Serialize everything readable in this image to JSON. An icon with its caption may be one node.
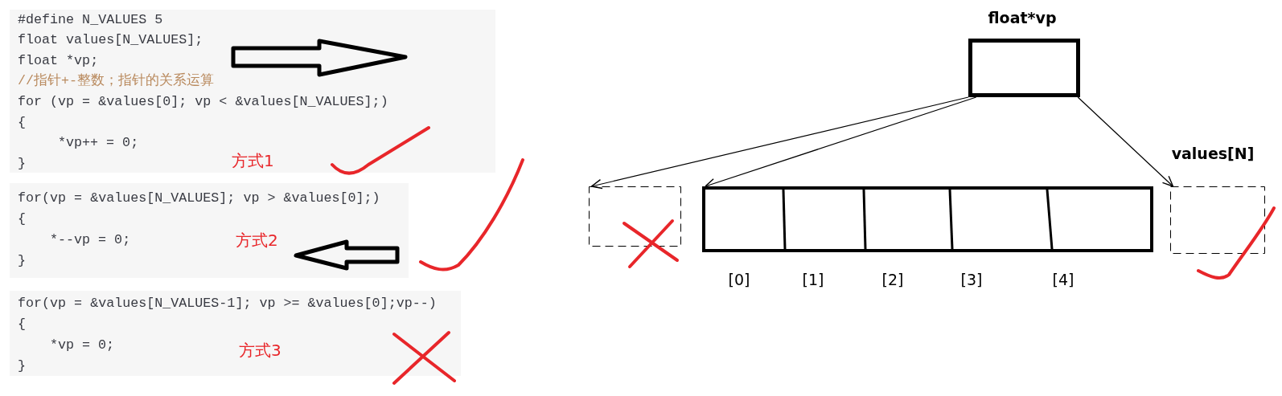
{
  "diagram": {
    "nodes": [
      {
        "text": [
          "#define N_VALUES 5",
          "float values[N_VALUES];",
          "float *vp;",
          "//指针+-整数；指针的关系运算",
          "for (vp = &values[0]; vp < &values[N_VALUES];)",
          "{",
          "*vp++ = 0;",
          "}",
          "方式1"
        ]
      },
      {
        "text": [
          "for(vp = &values[N_VALUES]; vp > &values[0];)",
          "{",
          "*--vp = 0;",
          "}",
          "方式2"
        ]
      },
      {
        "text": [
          "for(vp = &values[N_VALUES-1]; vp >= &values[0];vp--)",
          "{",
          "*vp = 0;",
          "}",
          "方式3"
        ]
      },
      {
        "text": [
          "float*vp"
        ]
      },
      {
        "text": [],
        "shape": "box"
      },
      {
        "text": [],
        "shape": "box"
      },
      {
        "text": [
          "values[N]"
        ]
      }
    ],
    "edges": [
      {
        "from": 3,
        "to": 4,
        "arrow": "to"
      },
      {
        "from": 3,
        "to": 5,
        "arrow": "to"
      },
      {
        "from": 3,
        "to": 6,
        "arrow": "to"
      }
    ],
    "labels": [
      "[0]",
      "[1]",
      "[2]",
      "[3]",
      "[4]"
    ]
  }
}
